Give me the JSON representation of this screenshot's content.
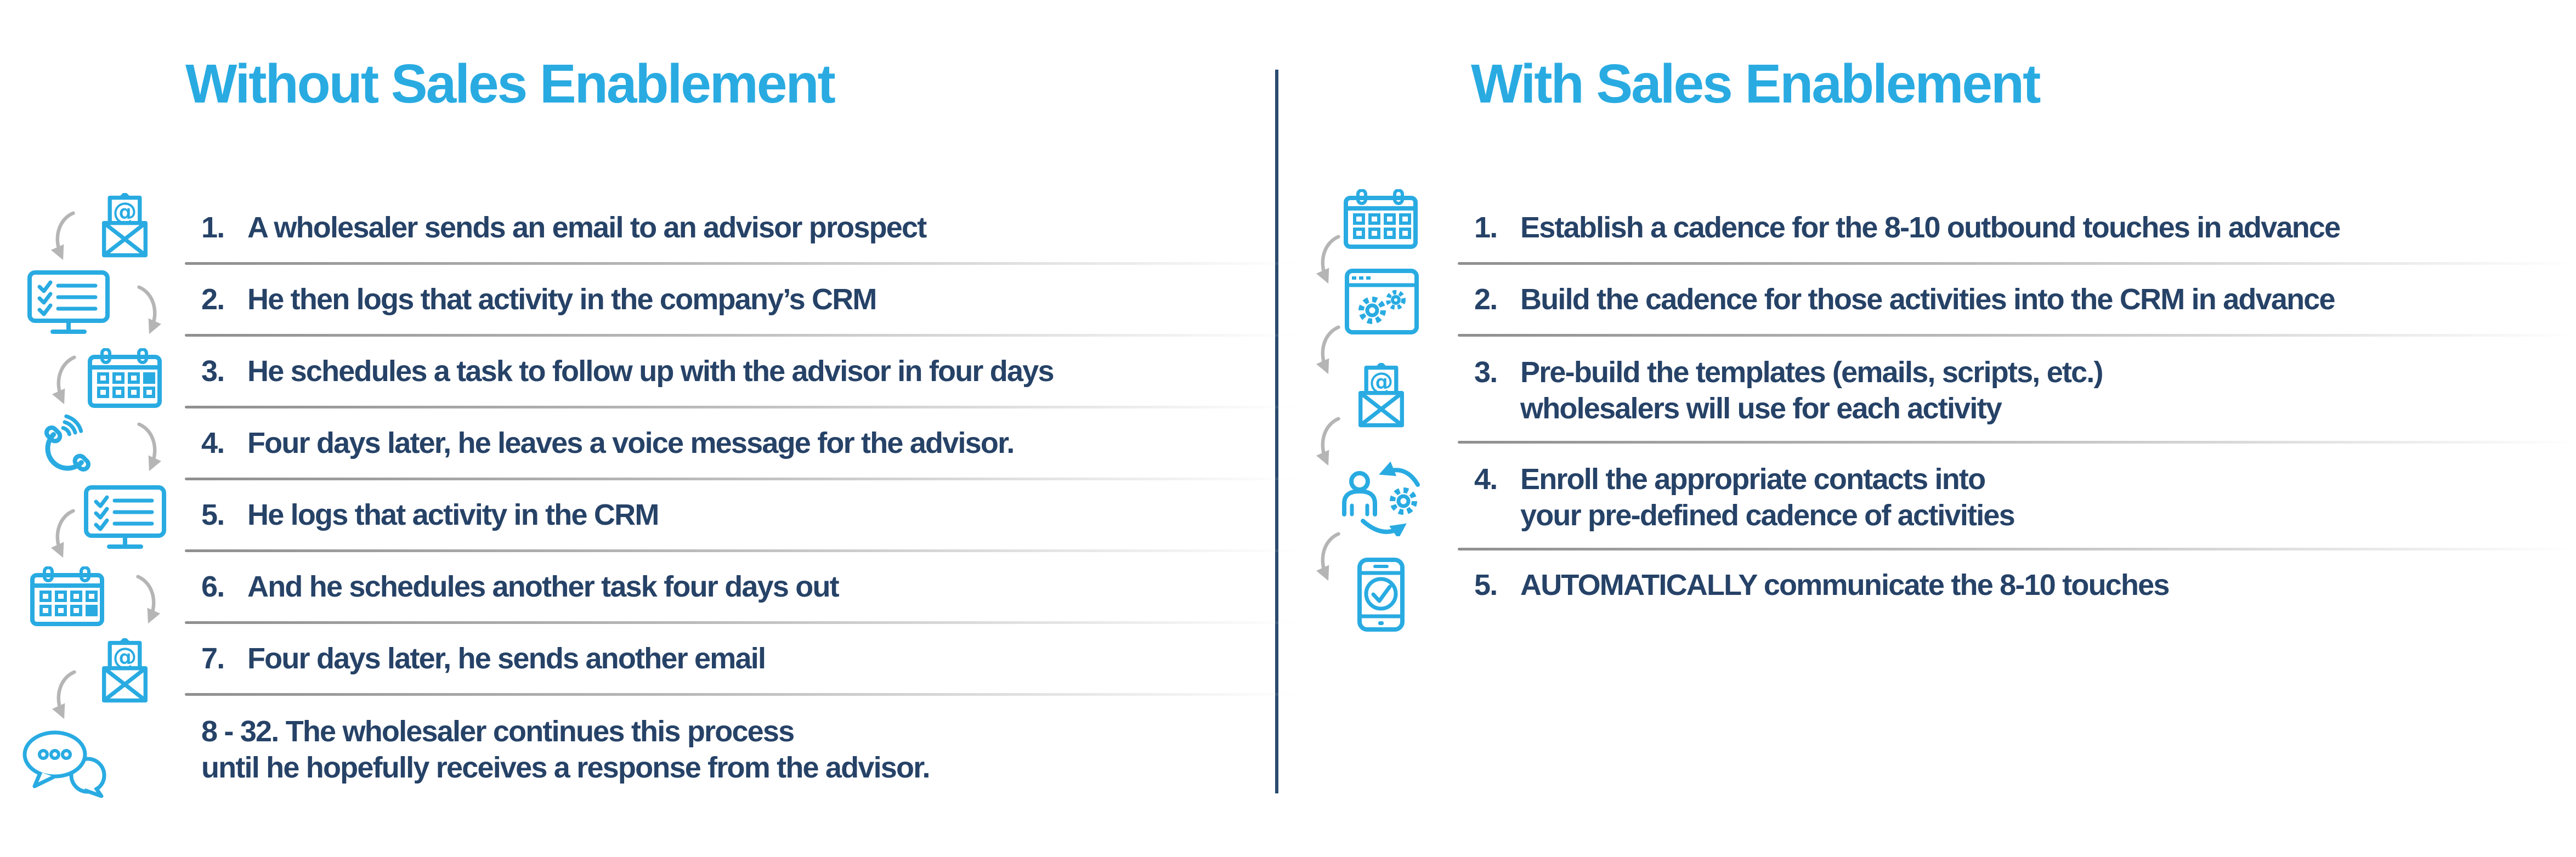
{
  "colors": {
    "accent": "#29ABE2",
    "navy": "#264267",
    "divider_line": "#2B4B6F",
    "flow_arrow_gray": "#B5B5B5",
    "separator_gray": "#8F8F8F"
  },
  "left": {
    "title": "Without Sales Enablement",
    "items": [
      {
        "num": "1.",
        "text": "A wholesaler sends an email to an advisor prospect",
        "icon": "email-icon"
      },
      {
        "num": "2.",
        "text": "He then logs that activity in the company’s CRM",
        "icon": "crm-monitor-icon"
      },
      {
        "num": "3.",
        "text": "He schedules a task to follow up with the advisor in four days",
        "icon": "calendar-icon"
      },
      {
        "num": "4.",
        "text": "Four days later, he leaves a voice message for the advisor.",
        "icon": "phone-icon"
      },
      {
        "num": "5.",
        "text": "He logs that activity in the CRM",
        "icon": "crm-monitor-icon"
      },
      {
        "num": "6.",
        "text": "And he schedules another task four days out",
        "icon": "calendar-icon"
      },
      {
        "num": "7.",
        "text": "Four days later, he sends another email",
        "icon": "email-icon"
      },
      {
        "num": "",
        "text": "8 - 32. The wholesaler continues this process\nuntil he hopefully receives a response from the advisor.",
        "icon": "chat-icon"
      }
    ]
  },
  "right": {
    "title": "With Sales Enablement",
    "items": [
      {
        "num": "1.",
        "text": "Establish a cadence for the 8-10 outbound touches in advance",
        "icon": "calendar-icon"
      },
      {
        "num": "2.",
        "text": "Build the cadence for those activities into the CRM in advance",
        "icon": "browser-gears-icon"
      },
      {
        "num": "3.",
        "text": "Pre-build the templates (emails, scripts, etc.)\nwholesalers will use for each activity",
        "icon": "email-icon"
      },
      {
        "num": "4.",
        "text": "Enroll the appropriate contacts into\nyour pre-defined cadence of activities",
        "icon": "enroll-sync-icon"
      },
      {
        "num": "5.",
        "text": "AUTOMATICALLY communicate the 8-10 touches",
        "icon": "mobile-check-icon"
      }
    ]
  }
}
